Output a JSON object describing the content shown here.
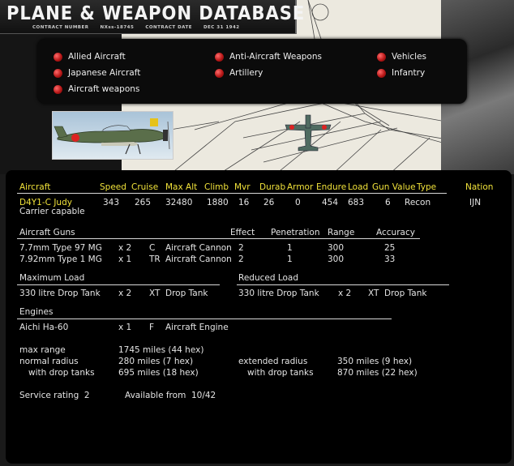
{
  "title": "PLANE & WEAPON DATABASE",
  "contract": {
    "number_label": "CONTRACT NUMBER",
    "number": "NXss-18745",
    "date_label": "CONTRACT DATE",
    "date": "DEC 31 1942"
  },
  "menu": {
    "allied_aircraft": "Allied Aircraft",
    "japanese_aircraft": "Japanese Aircraft",
    "aircraft_weapons": "Aircraft weapons",
    "anti_aircraft": "Anti-Aircraft Weapons",
    "artillery": "Artillery",
    "vehicles": "Vehicles",
    "infantry": "Infantry"
  },
  "headers": {
    "aircraft": "Aircraft",
    "speed": "Speed",
    "cruise": "Cruise",
    "max_alt": "Max Alt",
    "climb": "Climb",
    "mvr": "Mvr",
    "durab": "Durab",
    "armor": "Armor",
    "endure": "Endure",
    "load": "Load",
    "gun_value": "Gun Value",
    "type": "Type",
    "nation": "Nation"
  },
  "aircraft": {
    "name": "D4Y1-C Judy",
    "note": "Carrier capable",
    "speed": "343",
    "cruise": "265",
    "max_alt": "32480",
    "climb": "1880",
    "mvr": "16",
    "durab": "26",
    "armor": "0",
    "endure": "454",
    "load": "683",
    "gun_value": "6",
    "type": "Recon",
    "nation": "IJN"
  },
  "guns": {
    "header": "Aircraft Guns",
    "effect_label": "Effect",
    "penetration_label": "Penetration",
    "range_label": "Range",
    "accuracy_label": "Accuracy",
    "rows": [
      {
        "name": "7.7mm Type 97 MG",
        "qty": "x 2",
        "pos": "C",
        "kind": "Aircraft Cannon",
        "effect": "2",
        "pen": "1",
        "range": "300",
        "acc": "25"
      },
      {
        "name": "7.92mm Type 1 MG",
        "qty": "x 1",
        "pos": "TR",
        "kind": "Aircraft Cannon",
        "effect": "2",
        "pen": "1",
        "range": "300",
        "acc": "33"
      }
    ]
  },
  "loads": {
    "max_header": "Maximum Load",
    "reduced_header": "Reduced Load",
    "max": {
      "name": "330 litre Drop Tank",
      "qty": "x 2",
      "code": "XT",
      "kind": "Drop Tank"
    },
    "reduced": {
      "name": "330 litre Drop Tank",
      "qty": "x 2",
      "code": "XT",
      "kind": "Drop Tank"
    }
  },
  "engines": {
    "header": "Engines",
    "name": "Aichi Ha-60",
    "qty": "x 1",
    "code": "F",
    "kind": "Aircraft Engine"
  },
  "ranges": {
    "max_range_label": "max range",
    "max_range": "1745 miles (44 hex)",
    "normal_radius_label": "normal radius",
    "normal_radius": "280 miles (7 hex)",
    "normal_drop_label": "with drop tanks",
    "normal_drop": "695 miles (18 hex)",
    "extended_radius_label": "extended radius",
    "extended_radius": "350 miles (9 hex)",
    "extended_drop_label": "with drop tanks",
    "extended_drop": "870 miles (22 hex)"
  },
  "service": {
    "rating": "Service rating  2",
    "available": "Available from  10/42"
  },
  "colors": {
    "header_yellow": "#f1e23a",
    "button_red": "#c41a1a",
    "panel_black": "#000000"
  }
}
